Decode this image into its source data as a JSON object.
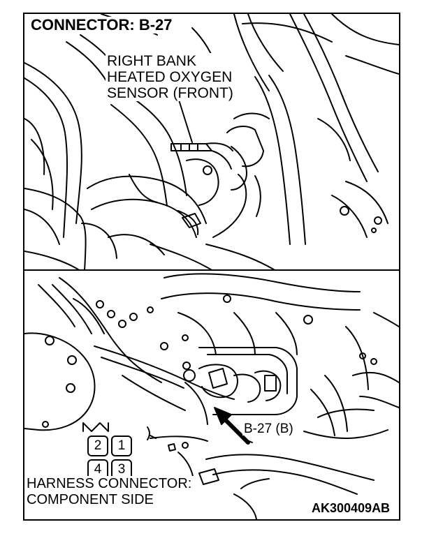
{
  "title": "CONNECTOR: B-27",
  "sensor_label": [
    "RIGHT BANK",
    "HEATED OXYGEN",
    "SENSOR (FRONT)"
  ],
  "callout_label": "B-27 (B)",
  "connector_pins": [
    "2",
    "1",
    "4",
    "3"
  ],
  "harness_label": [
    "HARNESS CONNECTOR:",
    "COMPONENT SIDE"
  ],
  "figure_code": "AK300409AB"
}
